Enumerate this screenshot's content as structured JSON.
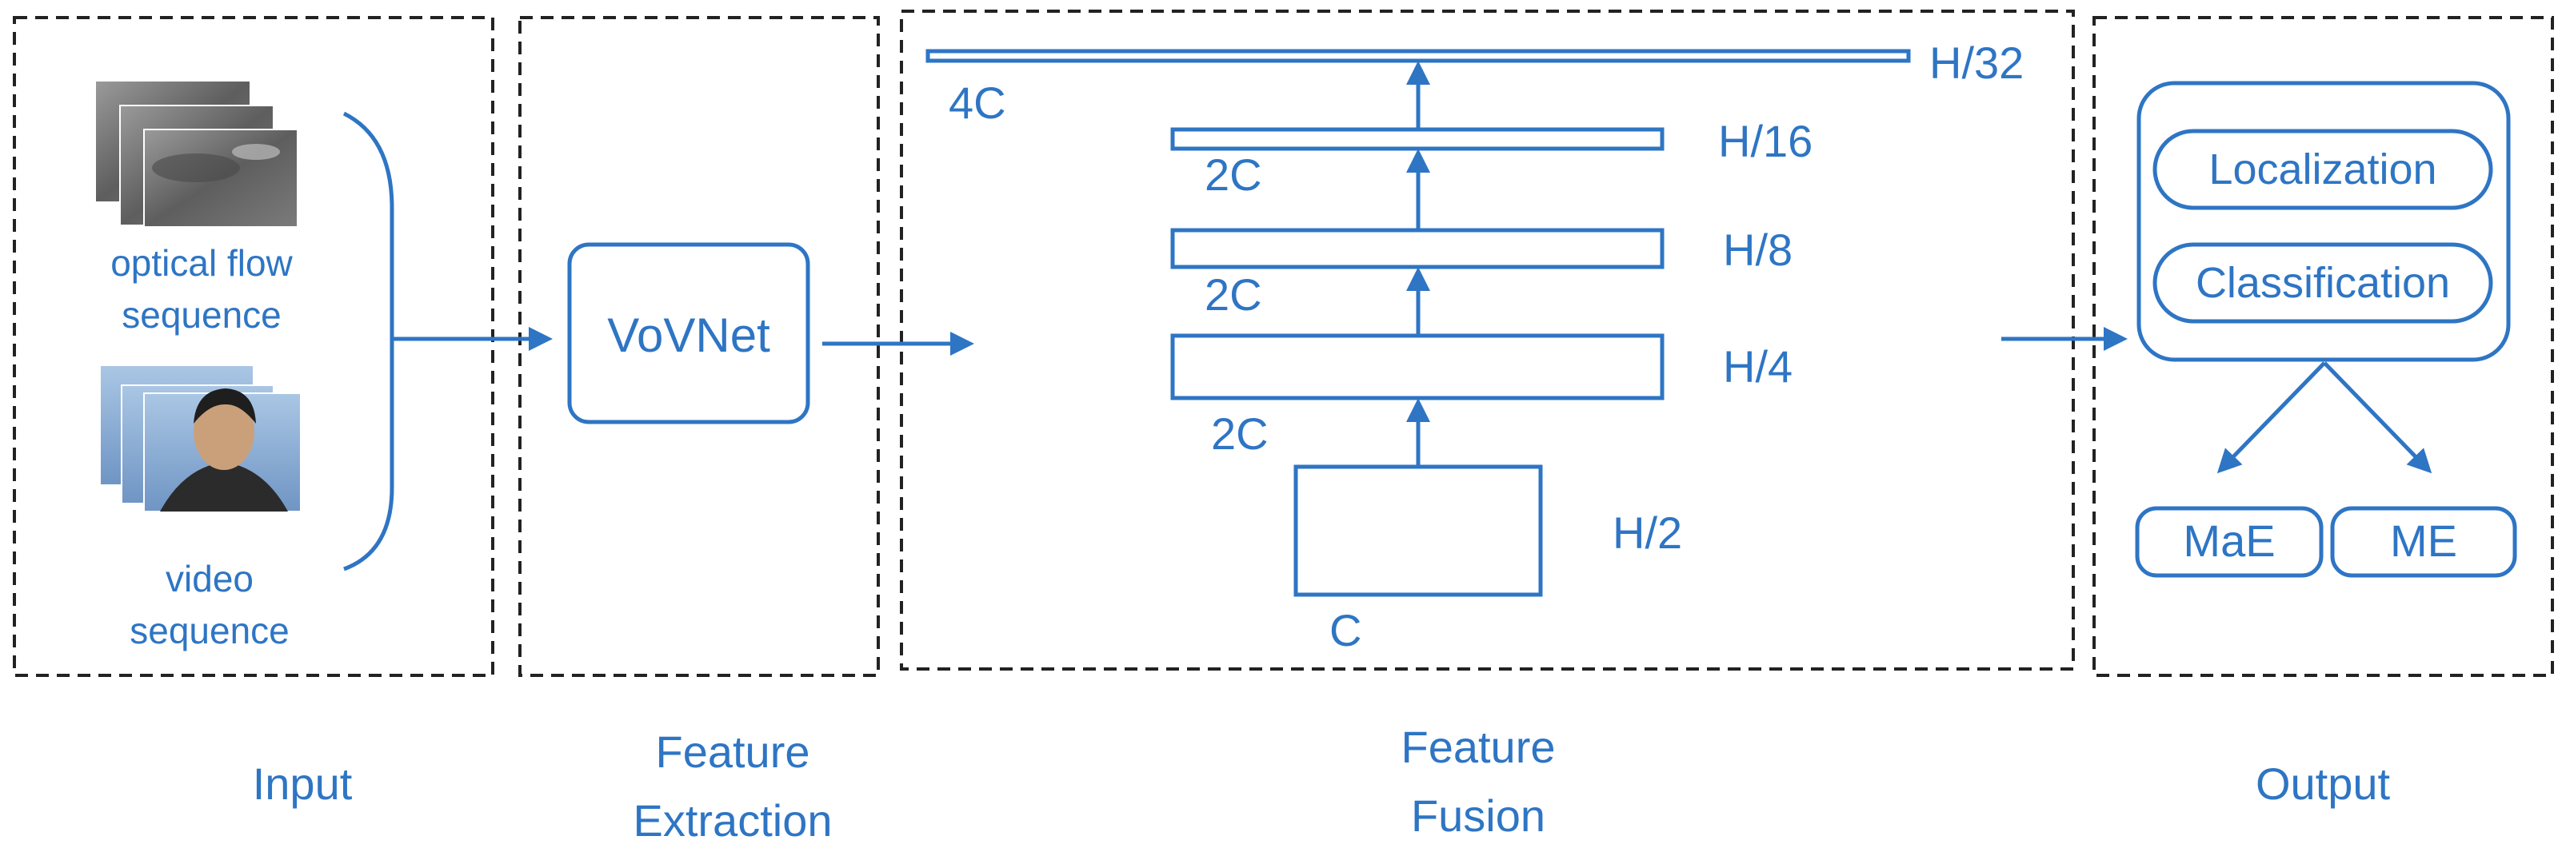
{
  "colors": {
    "accent": "#2E75C4",
    "panel_border": "#222222",
    "background": "#FFFFFF"
  },
  "input": {
    "optical_flow_label_line1": "optical flow",
    "optical_flow_label_line2": "sequence",
    "video_label_line1": "video",
    "video_label_line2": "sequence",
    "caption": "Input"
  },
  "extraction": {
    "backbone": "VoVNet",
    "caption_line1": "Feature",
    "caption_line2": "Extraction"
  },
  "fusion": {
    "caption_line1": "Feature",
    "caption_line2": "Fusion",
    "levels": [
      {
        "scale": "H/32",
        "channels": "4C"
      },
      {
        "scale": "H/16",
        "channels": "2C"
      },
      {
        "scale": "H/8",
        "channels": "2C"
      },
      {
        "scale": "H/4",
        "channels": "2C"
      },
      {
        "scale": "H/2",
        "channels": "C"
      }
    ]
  },
  "output": {
    "heads": [
      "Localization",
      "Classification"
    ],
    "results": [
      "MaE",
      "ME"
    ],
    "caption": "Output"
  }
}
